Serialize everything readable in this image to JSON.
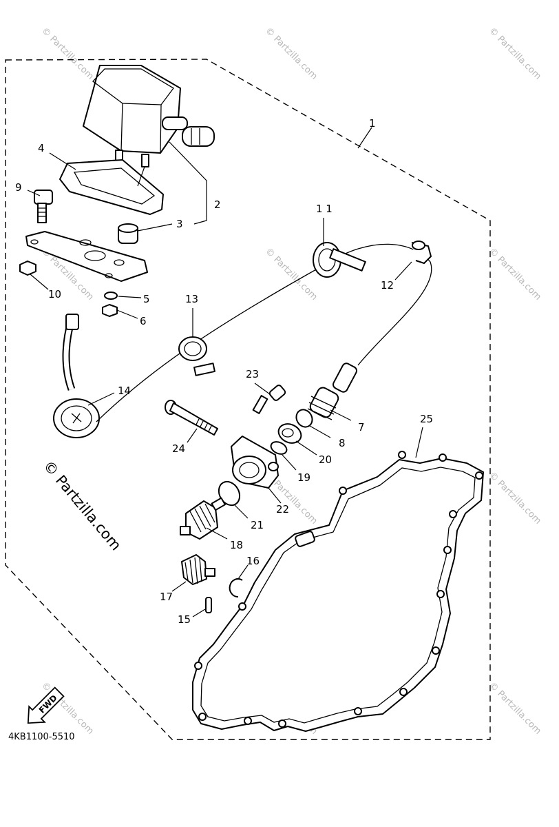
{
  "callouts": {
    "c1": "1",
    "c2": "2",
    "c3": "3",
    "c4": "4",
    "c5": "5",
    "c6": "6",
    "c7": "7",
    "c8": "8",
    "c9": "9",
    "c10": "10",
    "c11": "1 1",
    "c12": "12",
    "c13": "13",
    "c14": "14",
    "c15": "15",
    "c16": "16",
    "c17": "17",
    "c18": "18",
    "c19": "19",
    "c20": "20",
    "c21": "21",
    "c22": "22",
    "c23": "23",
    "c24": "24",
    "c25": "25"
  },
  "diagram_code": "4KB1100-5510",
  "fwd_label": "FWD",
  "watermark": {
    "large": "© Partzilla.com",
    "small": "© Partzilla.com"
  }
}
